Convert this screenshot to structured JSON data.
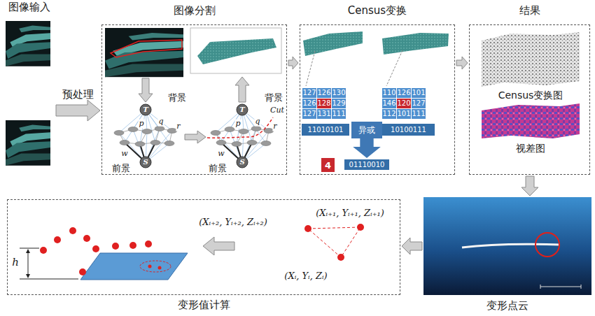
{
  "diagram": {
    "nodes": [
      {
        "text": [
          "图像输入"
        ]
      },
      {
        "text": [
          "图像分割"
        ]
      },
      {
        "text": [
          "Census变换"
        ]
      },
      {
        "text": [
          "结果"
        ]
      },
      {
        "text": [
          "变形点云"
        ]
      },
      {
        "text": [
          "变形值计算"
        ]
      },
      {
        "text": [
          "11010101"
        ],
        "in": 2
      },
      {
        "text": [
          "10100111"
        ],
        "in": 2
      },
      {
        "text": [
          "异或"
        ],
        "in": 2
      },
      {
        "text": [
          "4"
        ],
        "in": 2
      },
      {
        "text": [
          "01110010"
        ],
        "in": 2
      }
    ],
    "edges": [
      {
        "from": 0,
        "to": 1,
        "arrow": "to",
        "label": "预处理"
      },
      {
        "from": 1,
        "to": 2,
        "arrow": "to"
      },
      {
        "from": 2,
        "to": 3,
        "arrow": "to"
      },
      {
        "from": 3,
        "to": 4,
        "arrow": "to"
      },
      {
        "from": 4,
        "to": 5,
        "arrow": "to"
      }
    ],
    "labels": [
      "T",
      "p",
      "q",
      "r",
      "w",
      "S",
      "背景",
      "前景",
      "T",
      "p",
      "q",
      "r",
      "w",
      "S",
      "背景",
      "前景",
      "Cut",
      "127",
      "126",
      "130",
      "126",
      "128",
      "129",
      "127",
      "131",
      "111",
      "110",
      "126",
      "101",
      "146",
      "120",
      "127",
      "112",
      "101",
      "111",
      "Census变换图",
      "视差图",
      "(Xᵢ₊₂, Yᵢ₊₂, Zᵢ₊₂)",
      "(Xᵢ₊₁, Yᵢ₊₁, Zᵢ₊₁)",
      "h",
      "(Xᵢ, Yᵢ, Zᵢ)"
    ]
  }
}
